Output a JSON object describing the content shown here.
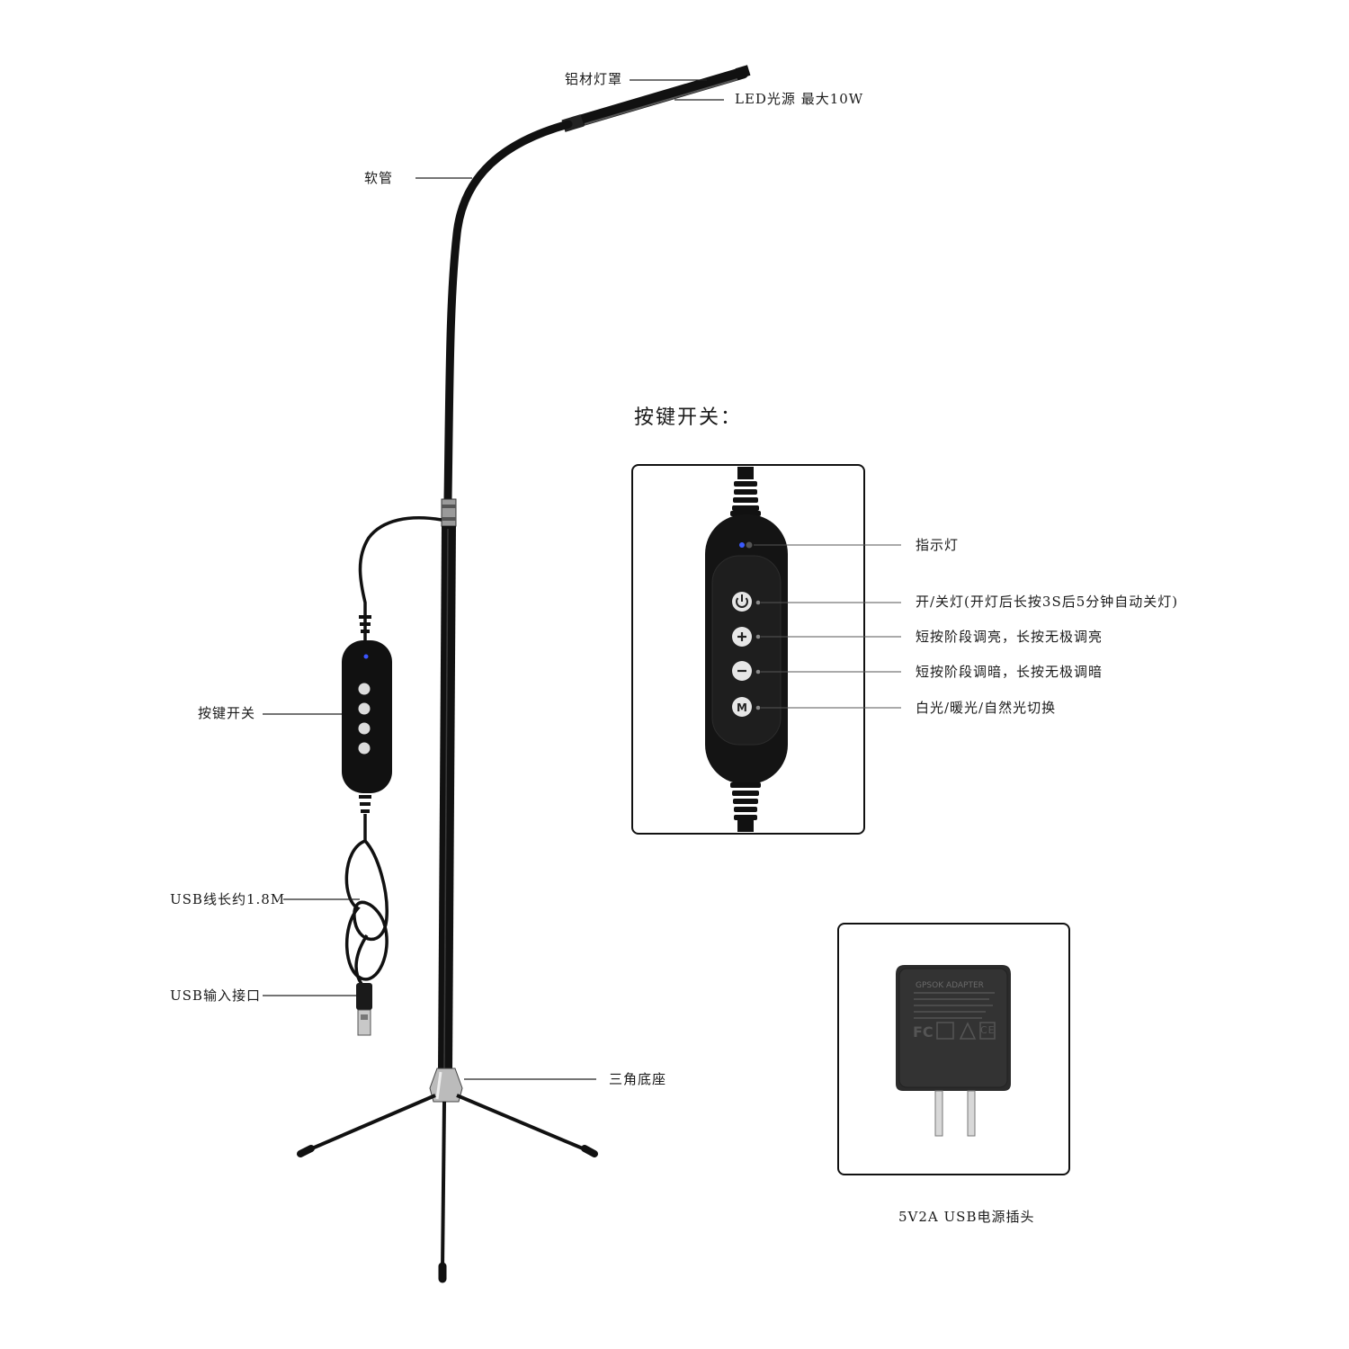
{
  "labels": {
    "aluminum_shade": "铝材灯罩",
    "led_source": "LED光源  最大10W",
    "hose": "软管",
    "button_switch": "按键开关",
    "usb_cable": "USB线长约1.8M",
    "usb_input": "USB输入接口",
    "tripod_base": "三角底座"
  },
  "panel": {
    "heading": "按键开关：",
    "indicator": "指示灯",
    "power": "开/关灯(开灯后长按3S后5分钟自动关灯)",
    "plus": "短按阶段调亮，长按无极调亮",
    "minus": "短按阶段调暗，长按无极调暗",
    "mode": "白光/暖光/自然光切换"
  },
  "adapter": {
    "caption": "5V2A USB电源插头",
    "brand": "GPSOK  ADAPTER",
    "fc": "FC",
    "ce": "CE"
  },
  "buttons": {
    "mode_letter": "M"
  }
}
